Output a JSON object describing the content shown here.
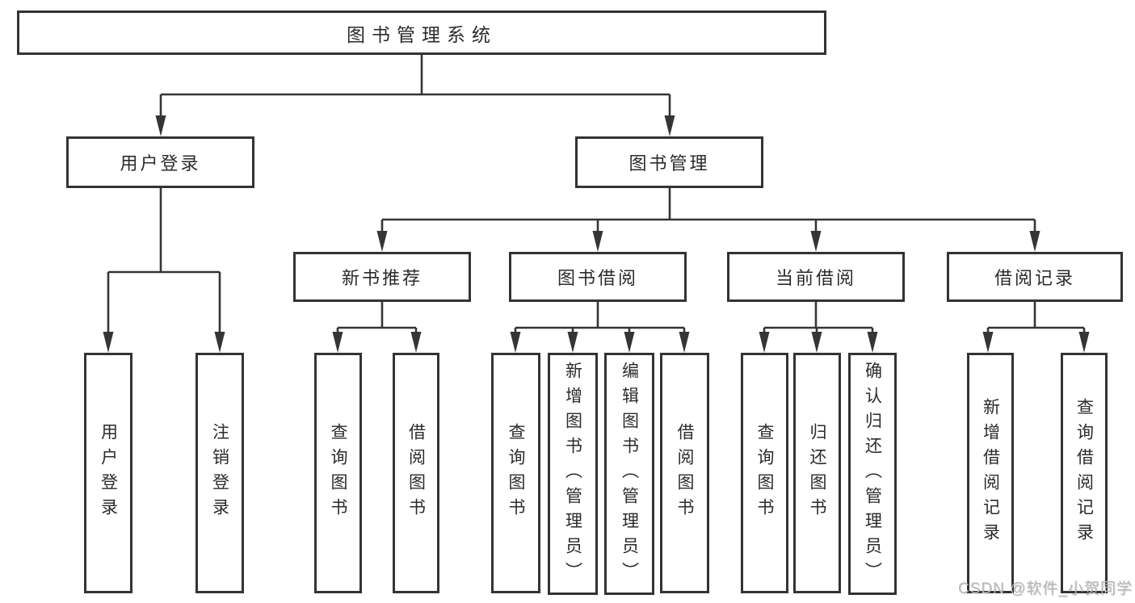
{
  "diagram": {
    "root": {
      "label": "图书管理系统"
    },
    "branches": [
      {
        "label": "用户登录",
        "children": [
          {
            "label": "用户登录"
          },
          {
            "label": "注销登录"
          }
        ]
      },
      {
        "label": "图书管理",
        "children": [
          {
            "label": "新书推荐",
            "children": [
              {
                "label": "查询图书"
              },
              {
                "label": "借阅图书"
              }
            ]
          },
          {
            "label": "图书借阅",
            "children": [
              {
                "label": "查询图书"
              },
              {
                "label": "新增图书（管理员）"
              },
              {
                "label": "编辑图书（管理员）"
              },
              {
                "label": "借阅图书"
              }
            ]
          },
          {
            "label": "当前借阅",
            "children": [
              {
                "label": "查询图书"
              },
              {
                "label": "归还图书"
              },
              {
                "label": "确认归还（管理员）"
              }
            ]
          },
          {
            "label": "借阅记录",
            "children": [
              {
                "label": "新增借阅记录"
              },
              {
                "label": "查询借阅记录"
              }
            ]
          }
        ]
      }
    ],
    "watermark": "CSDN @软件_小贺同学",
    "colors": {
      "line": "#353535",
      "border": "#333333",
      "text": "#2b2b2b",
      "watermark": "#b9b9b9",
      "background": "#ffffff"
    }
  }
}
